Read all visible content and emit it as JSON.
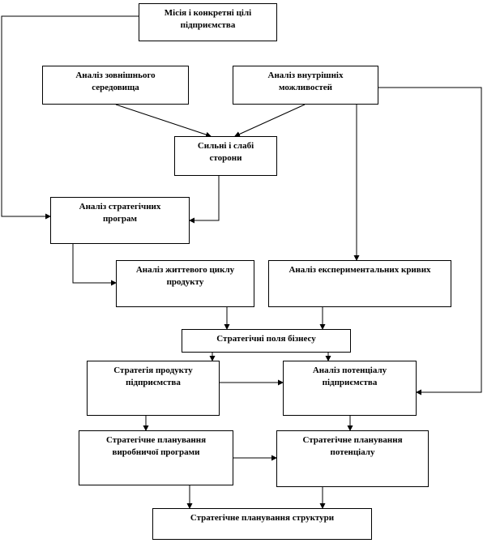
{
  "diagram": {
    "nodes": {
      "mission": {
        "label": "Місія і конкретні цілі\nпідприємства"
      },
      "external": {
        "label": "Аналіз зовнішнього\nсередовища"
      },
      "internal": {
        "label": "Аналіз внутрішніх\nможливостей"
      },
      "strengths": {
        "label": "Сильні і слабі\nсторони"
      },
      "programs": {
        "label": "Аналіз стратегічних\nпрограм"
      },
      "lifecycle": {
        "label": "Аналіз життевого циклу\nпродукту"
      },
      "experience": {
        "label": "Аналіз експериментальних кривих"
      },
      "fields": {
        "label": "Стратегічні поля бізнесу"
      },
      "product_strategy": {
        "label": "Стратегія продукту\nпідприємства"
      },
      "potential_analysis": {
        "label": "Аналіз потенціалу\nпідприємства"
      },
      "production_planning": {
        "label": "Стратегічне планування\nвиробничої програми"
      },
      "potential_planning": {
        "label": "Стратегічне планування\nпотенціалу"
      },
      "structure_planning": {
        "label": "Стратегічне планування структури"
      }
    },
    "colors": {
      "line": "#000000",
      "box_border": "#000000",
      "background": "#ffffff"
    }
  }
}
